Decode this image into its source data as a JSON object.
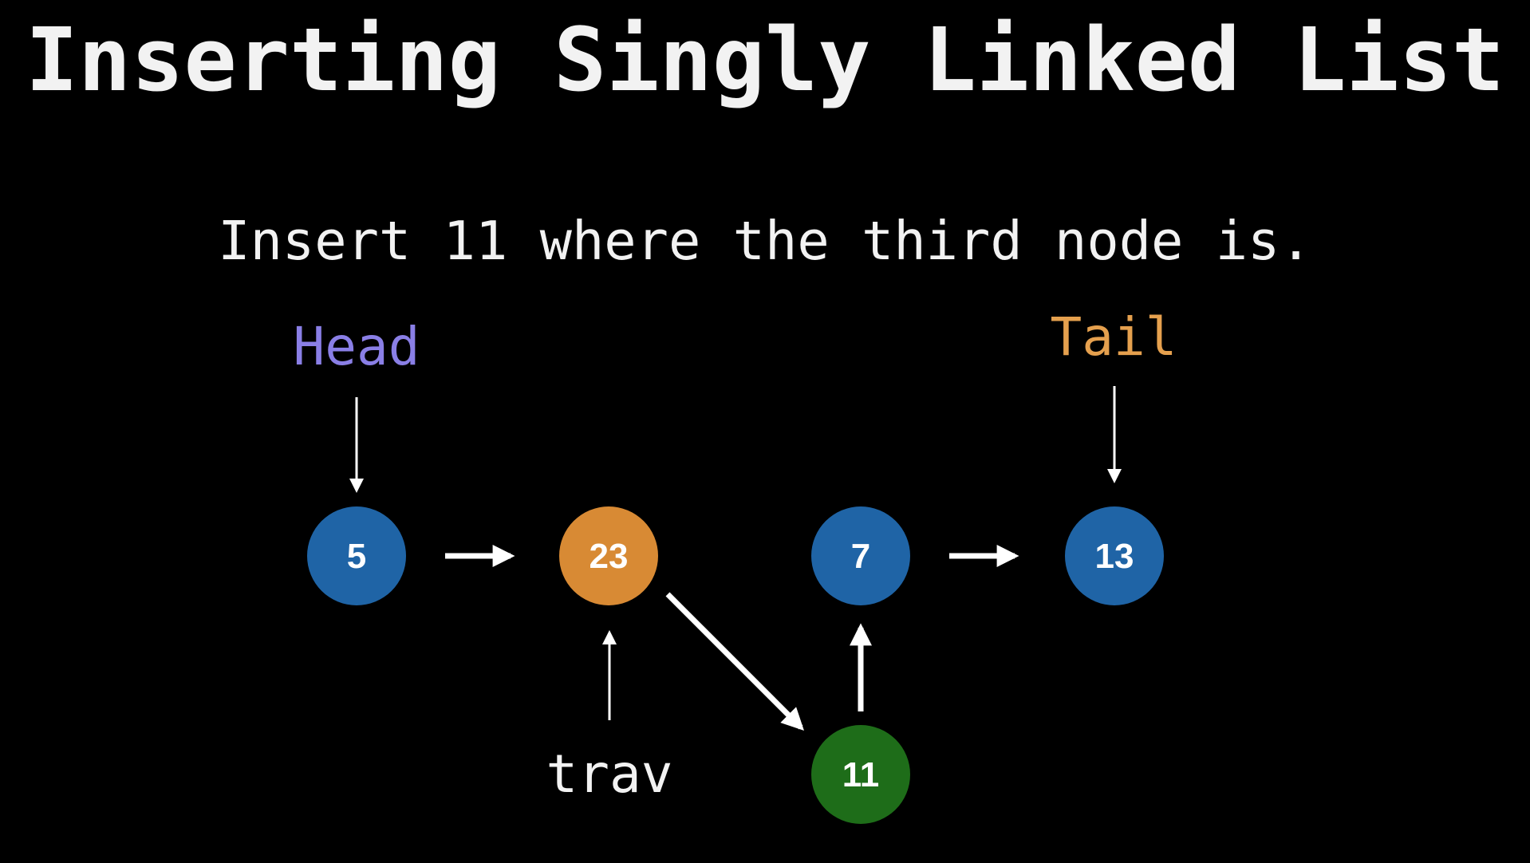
{
  "title": "Inserting Singly Linked List",
  "subtitle": "Insert 11 where the third node is.",
  "pointers": {
    "head": "Head",
    "tail": "Tail",
    "trav": "trav"
  },
  "nodes": [
    {
      "id": "node-5",
      "value": "5",
      "color": "#1f64a6"
    },
    {
      "id": "node-23",
      "value": "23",
      "color": "#d88a34"
    },
    {
      "id": "node-7",
      "value": "7",
      "color": "#1f64a6"
    },
    {
      "id": "node-13",
      "value": "13",
      "color": "#1f64a6"
    },
    {
      "id": "node-11",
      "value": "11",
      "color": "#1e6d19"
    }
  ],
  "colors": {
    "background": "#000000",
    "text": "#f2f2f2",
    "head": "#8a7fe6",
    "tail": "#e5a04e",
    "arrow": "#ffffff"
  }
}
